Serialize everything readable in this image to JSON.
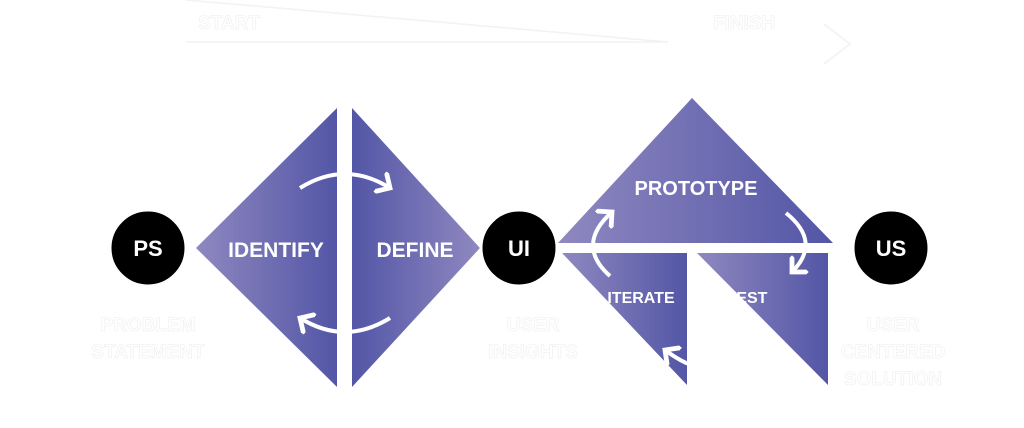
{
  "flow": {
    "start_label": "START",
    "finish_label": "FINISH"
  },
  "nodes": {
    "ps": {
      "abbr": "PS",
      "line1": "PROBLEM",
      "line2": "STATEMENT"
    },
    "ui": {
      "abbr": "UI",
      "line1": "USER",
      "line2": "INSIGHTS"
    },
    "us": {
      "abbr": "US",
      "line1": "USER",
      "line2": "CENTERED",
      "line3": "SOLUTION"
    }
  },
  "phases": {
    "identify": "IDENTIFY",
    "define": "DEFINE",
    "prototype": "PROTOTYPE",
    "iterate": "ITERATE",
    "test": "TEST"
  },
  "colors": {
    "purple_dark": "#5356a6",
    "purple_light": "#8f88c0",
    "node": "#000000"
  }
}
